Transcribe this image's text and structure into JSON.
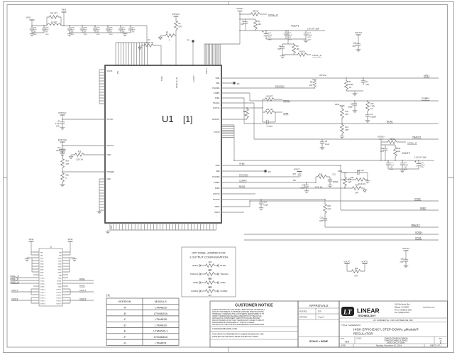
{
  "ic": {
    "ref": "U1",
    "note": "[1]",
    "pins_top": [
      "VIN",
      "TEMP",
      "MODE_PLLIN",
      "CLKOUT",
      "VOUT1"
    ],
    "pins_right": [
      "VFB1",
      "SW1",
      "PGOOD1",
      "COMP1",
      "RUN1",
      "TRACK1",
      "VOUTS1",
      "DIFFOUT",
      "VOUT2",
      "VFB2",
      "SW2",
      "PGOOD2",
      "COMP2",
      "RUN2",
      "VOUTS2",
      "TRACK2",
      "DIFFP",
      "DIFFN"
    ],
    "pins_left": [
      "VOUT1",
      "INTVCC",
      "EXTVCC",
      "FSET",
      "PHASMD",
      "GND"
    ],
    "pins_bottom": [
      "GND",
      "SGND"
    ]
  },
  "input": {
    "vin1": "VIN1",
    "vin2": "VIN2",
    "r31": "R31 OPT",
    "l1": "L1 1µH",
    "cin1": [
      "CIN1",
      "22µF",
      "25V",
      "1210"
    ],
    "cin2": [
      "CIN2",
      "22µF",
      "25V",
      "1210"
    ],
    "cin3": [
      "CIN3",
      "22µF",
      "25V",
      "1210"
    ],
    "cin4": [
      "CIN4",
      "22µF",
      "25V",
      "1210"
    ],
    "cin5": [
      "CIN5",
      "22µF",
      "25V",
      "1210"
    ],
    "cin6": [
      "CIN6",
      "22µF",
      "25V",
      "1210"
    ],
    "c16": [
      "C16",
      "10µF",
      "25V"
    ],
    "c17": [
      "C17",
      "10µF",
      "25V"
    ]
  },
  "topnet": {
    "intvcc": "INTVCC",
    "r1": [
      "R1",
      "OPT"
    ],
    "r2": [
      "R2",
      "0"
    ],
    "r4": [
      "R4",
      "121K 1%"
    ]
  },
  "tp": {
    "p1": "P1",
    "p2": "P2",
    "p3": "P3"
  },
  "ch1": {
    "vos1p": "VOS1+",
    "r25": "R25 10",
    "vos1p_r": "VOS1+_R",
    "c1": [
      "C1",
      "OPT"
    ],
    "r3": [
      "R3",
      "100"
    ],
    "vout1": "VOUT1",
    "rating": "1.0V AT 18A",
    "co1": [
      "CO1",
      "470µF",
      "2.5V",
      "7343"
    ],
    "co2": [
      "CO2",
      "100µF",
      "6.3V",
      "1210"
    ],
    "co3": [
      "CO3",
      "100µF",
      "6.3V",
      "1210"
    ],
    "c2": [
      "C2",
      "OPT"
    ],
    "r5": [
      "R5",
      "100"
    ],
    "r24": "R24 10",
    "vos1n_r": "VOS1-_R",
    "c18": [
      "C18",
      "22µF"
    ],
    "pgood1": "PGOOD1",
    "intvcc": "INTVCC",
    "r6": [
      "R6",
      "10K"
    ],
    "comp1": "COMP1",
    "c4": [
      "C4",
      "100pF"
    ],
    "r10": [
      "R10",
      "7.87K",
      "1%"
    ],
    "c5": [
      "C5",
      "1000pF"
    ],
    "vfb1": "VFB1",
    "r7": [
      "R7",
      "90.9K",
      "1%"
    ],
    "c3": [
      "C3",
      "OPT"
    ],
    "run1": "RUN1",
    "vin2": "VIN2",
    "r12": [
      "R12",
      "OPT"
    ],
    "r13": [
      "R13",
      "OPT"
    ],
    "track1": "TRACK1",
    "c8": [
      "C8",
      "0.1µF"
    ],
    "r9": [
      "R9",
      "0"
    ],
    "r8": "R8 OPT",
    "r11": "R11 OPT",
    "c7": "C7 OPT"
  },
  "ch2": {
    "vos2p": "VOS2+",
    "r30": "R30 10",
    "vos2p_r": "VOS2+_R",
    "c10": [
      "C10",
      "OPT"
    ],
    "r14": [
      "R14",
      "100"
    ],
    "vout2": "VOUT2",
    "rating": "1.5V AT 18A",
    "c11": "C11 OPT",
    "r18": [
      "R18",
      "40.2K 1%"
    ],
    "co4": [
      "CO4",
      "100µF",
      "6.3V",
      "1210"
    ],
    "co6": [
      "CO6",
      "100µF",
      "6.3V",
      "1210"
    ],
    "co5": [
      "CO5",
      "470µF",
      "2.5V"
    ],
    "vfb2": "VFB2",
    "pgood2": "PGOOD2",
    "intvcc": "INTVCC",
    "r17": [
      "R17",
      "10K"
    ],
    "comp2": "COMP2",
    "c13": [
      "C13",
      "150pF"
    ],
    "r16": [
      "R16",
      "14.7K 1%"
    ],
    "c12": [
      "C12",
      "1000pF"
    ],
    "run2": "RUN2",
    "vin2": "VIN2",
    "r20": [
      "R20",
      "OPT"
    ],
    "r21": [
      "R21",
      "OPT"
    ],
    "c14": [
      "C14",
      "0.1µF"
    ],
    "r23": [
      "R23",
      "OPT"
    ],
    "c15": [
      "C15",
      "OPT"
    ],
    "track2": "TRACK2",
    "vos2n": "VOS2-",
    "vos1p": "VOS1+",
    "vos1n": "VOS1-",
    "c20": [
      "C20",
      "22µF"
    ],
    "r32": [
      "R32",
      "OPT"
    ]
  },
  "left": {
    "intvcc": "INTVCC",
    "c6": [
      "C6",
      "4.7µF",
      "6.3V"
    ],
    "extvcc": "EXTVCC",
    "c9": [
      "C9",
      "OPT"
    ],
    "r15": [
      "R15",
      "121K 1%"
    ],
    "r19": [
      "R19",
      "OPT"
    ],
    "r22": [
      "R22",
      "0"
    ]
  },
  "jumper": {
    "title1": "OPTIONAL JUMPER FOR",
    "title2": "1 OUTPUT CONFIGURATION",
    "left": [
      "RUN1",
      "TRACK1",
      "VFB1",
      "COMP1"
    ],
    "refs": [
      "R26",
      "R27",
      "R28",
      "R29"
    ],
    "vals": [
      "OPT",
      "OPT",
      "OPT",
      "OPT"
    ],
    "right": [
      "RUN2",
      "TRACK2",
      "VFB2",
      "COMP2"
    ]
  },
  "j1": {
    "ref": "J1",
    "left_pins": [
      "VIN",
      "VIN",
      "GND",
      "GND",
      "GND",
      "GND",
      "GND",
      "GND",
      "N/A",
      "VOS1+",
      "VOS1-",
      "VOS2+",
      "VOS2-",
      "VOUT1",
      "VOUT1",
      "VOUT1",
      "VOUT2",
      "VOUT2",
      "VOUT2"
    ],
    "right_pins": [
      "VIN",
      "VIN",
      "GND",
      "GND",
      "GND",
      "GND",
      "GND",
      "GND",
      "N/A",
      "GND",
      "RUN1",
      "RUN2",
      "GND",
      "VOUT1",
      "VOUT1",
      "VOUT1",
      "VOUT2",
      "VOUT2",
      "VOUT2"
    ]
  },
  "version_table": {
    "col1_header": "VERSION",
    "col2_header": "MODULE",
    "versions": [
      "-A",
      "-B",
      "-C",
      "-D",
      "-E",
      "-F",
      "-G"
    ],
    "modules": [
      "LTM4620",
      "LTM4620A",
      "LTM4628",
      "LTM4630",
      "LTM4630-1",
      "LTM4630A",
      "LTM4631"
    ]
  },
  "notice": {
    "title": "CUSTOMER NOTICE",
    "lines": [
      "LINEAR TECHNOLOGY HAS MADE A BEST EFFORT TO DESIGN A",
      "CIRCUIT THAT MEETS CUSTOMER-SUPPLIED SPECIFICATIONS;",
      "HOWEVER, IT REMAINS THE CUSTOMER'S RESPONSIBILITY TO",
      "VERIFY PROPER AND RELIABLE OPERATION IN THE ACTUAL",
      "APPLICATION. COMPONENT SUBSTITUTION AND PRINTED",
      "CIRCUIT BOARD LAYOUT MAY SIGNIFICANTLY AFFECT CIRCUIT",
      "PERFORMANCE OR RELIABILITY. CONTACT LINEAR",
      "TECHNOLOGY APPLICATIONS ENGINEERING FOR ASSISTANCE."
    ],
    "file_path": "C:\\DESIGN\\2268A\\2268A-2.DSN",
    "proprietary": [
      "THIS CIRCUIT IS PROPRIETARY TO LINEAR TECHNOLOGY AND",
      "SUPPLIED FOR USE WITH LINEAR TECHNOLOGY PARTS."
    ]
  },
  "approvals": {
    "title": "APPROVALS",
    "labels": [
      "PCB DES",
      "APP ENG"
    ],
    "values": [
      "DCF",
      "Yingyi K"
    ],
    "scale": "SCALE = NONE"
  },
  "title_block": {
    "logo": "LT",
    "company": "LINEAR",
    "company2": "TECHNOLOGY",
    "address": [
      "1630 McCarthy Blvd.",
      "Milpitas, CA 95035",
      "Phone: (408)432-1900",
      "Fax: (408)434-0507"
    ],
    "www": "www.linear.com",
    "confidential": "LTC CONFIDENTIAL - FOR CUSTOMER USE ONLY",
    "title_label": "TITLE: SCHEMATIC",
    "title2": "HIGH EFFICIENCY, STEP-DOWN, µModule®",
    "title3": "REGULATOR",
    "size_label": "SIZE",
    "size": "N/A",
    "icno_label": "IC NO.",
    "icno": [
      "LTM4620/LTM4620A/LTM4628/",
      "LTM4630/LTM4630-1/LTM4631",
      "DEMO CIRCUIT 2268A"
    ],
    "rev_label": "REV.",
    "rev": "2",
    "date_label": "DATE:",
    "date": "Monday, November 10, 2014",
    "sheet": "SHEET  1  OF  1"
  }
}
